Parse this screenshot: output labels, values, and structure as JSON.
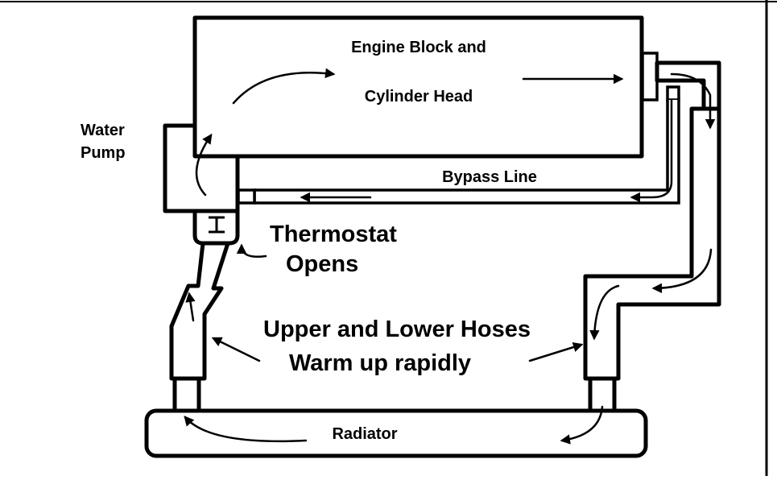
{
  "labels": {
    "engine_line1": "Engine Block and",
    "engine_line2": "Cylinder Head",
    "water_pump_line1": "Water",
    "water_pump_line2": "Pump",
    "bypass_line": "Bypass Line",
    "thermostat_line1": "Thermostat",
    "thermostat_line2": "Opens",
    "hoses_line1": "Upper and Lower Hoses",
    "hoses_line2": "Warm up rapidly",
    "radiator": "Radiator"
  },
  "colors": {
    "stroke": "#000000",
    "background": "#ffffff"
  },
  "icons": {
    "thermostat_symbol": "thermostat-i-beam-icon"
  }
}
